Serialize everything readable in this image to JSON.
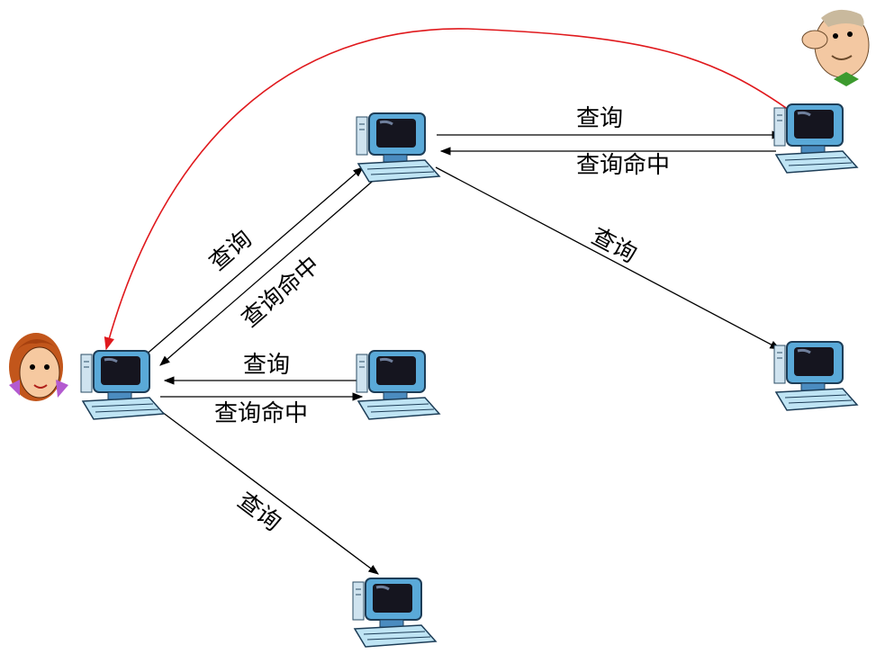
{
  "labels": {
    "query": "查询",
    "query_hit": "查询命中"
  },
  "colors": {
    "red_path": "#e0191d",
    "arrow": "#000000",
    "monitor": "#5aa9d8",
    "screen": "#1a1a2e"
  },
  "icons": {
    "requester": "woman-avatar",
    "owner": "man-avatar",
    "peer": "computer-icon"
  }
}
